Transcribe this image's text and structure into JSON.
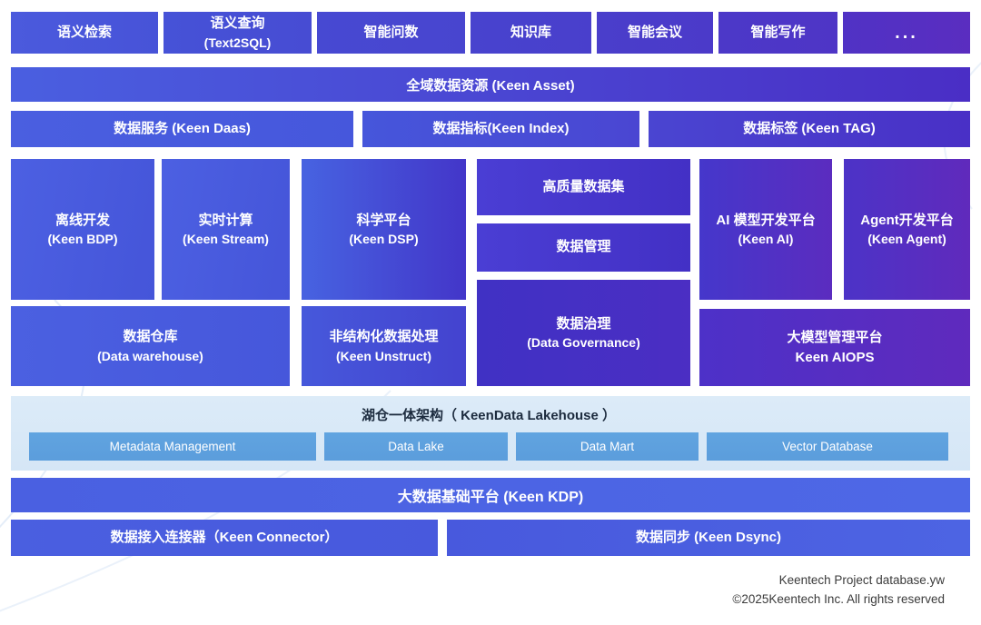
{
  "top_apps": {
    "items": [
      {
        "title": "语义检索"
      },
      {
        "title": "语义查询",
        "subtitle": "(Text2SQL)"
      },
      {
        "title": "智能问数"
      },
      {
        "title": "知识库"
      },
      {
        "title": "智能会议"
      },
      {
        "title": "智能写作"
      },
      {
        "title": "..."
      }
    ]
  },
  "asset_bar": {
    "label": "全域数据资源 (Keen Asset)"
  },
  "services": {
    "items": [
      {
        "label": "数据服务 (Keen Daas)"
      },
      {
        "label": "数据指标(Keen Index)"
      },
      {
        "label": "数据标签 (Keen TAG)"
      }
    ]
  },
  "platforms": {
    "offline_dev": {
      "title": "离线开发",
      "subtitle": "(Keen BDP)"
    },
    "realtime": {
      "title": "实时计算",
      "subtitle": "(Keen Stream)"
    },
    "science": {
      "title": "科学平台",
      "subtitle": "(Keen DSP)"
    },
    "dataset": {
      "title": "高质量数据集"
    },
    "data_mgmt": {
      "title": "数据管理"
    },
    "ai_platform": {
      "title": "AI 模型开发平台",
      "subtitle": "(Keen AI)"
    },
    "agent_platform": {
      "title": "Agent开发平台",
      "subtitle": "(Keen Agent)"
    },
    "warehouse": {
      "title": "数据仓库",
      "subtitle": "(Data warehouse)"
    },
    "unstruct": {
      "title": "非结构化数据处理",
      "subtitle": "(Keen Unstruct)"
    },
    "governance": {
      "title": "数据治理",
      "subtitle": "(Data Governance)"
    },
    "aiops": {
      "title": "大模型管理平台",
      "subtitle": "Keen AIOPS"
    }
  },
  "lakehouse": {
    "title": "湖仓一体架构（ KeenData Lakehouse ）",
    "items": [
      {
        "label": "Metadata Management"
      },
      {
        "label": "Data Lake"
      },
      {
        "label": "Data Mart"
      },
      {
        "label": "Vector Database"
      }
    ]
  },
  "kdp_bar": {
    "label": "大数据基础平台 (Keen KDP)"
  },
  "connectors": {
    "items": [
      {
        "label": "数据接入连接器（Keen Connector）"
      },
      {
        "label": "数据同步 (Keen Dsync)"
      }
    ]
  },
  "footer": {
    "line1": "Keentech Project database.yw",
    "line2": "©2025Keentech Inc. All rights reserved"
  },
  "colors": {
    "bright_blue": "#4B63E3",
    "blue": "#4A5FE0",
    "indigo": "#4A2EC5",
    "purple": "#5B2CBF",
    "sky_blue": "#5EA1DF",
    "lakehouse_bg": "#D9E8F7",
    "lakehouse_title_text": "#1C2B3E",
    "box_text": "#FFFFFF",
    "footer_text": "#3B3B3B"
  }
}
